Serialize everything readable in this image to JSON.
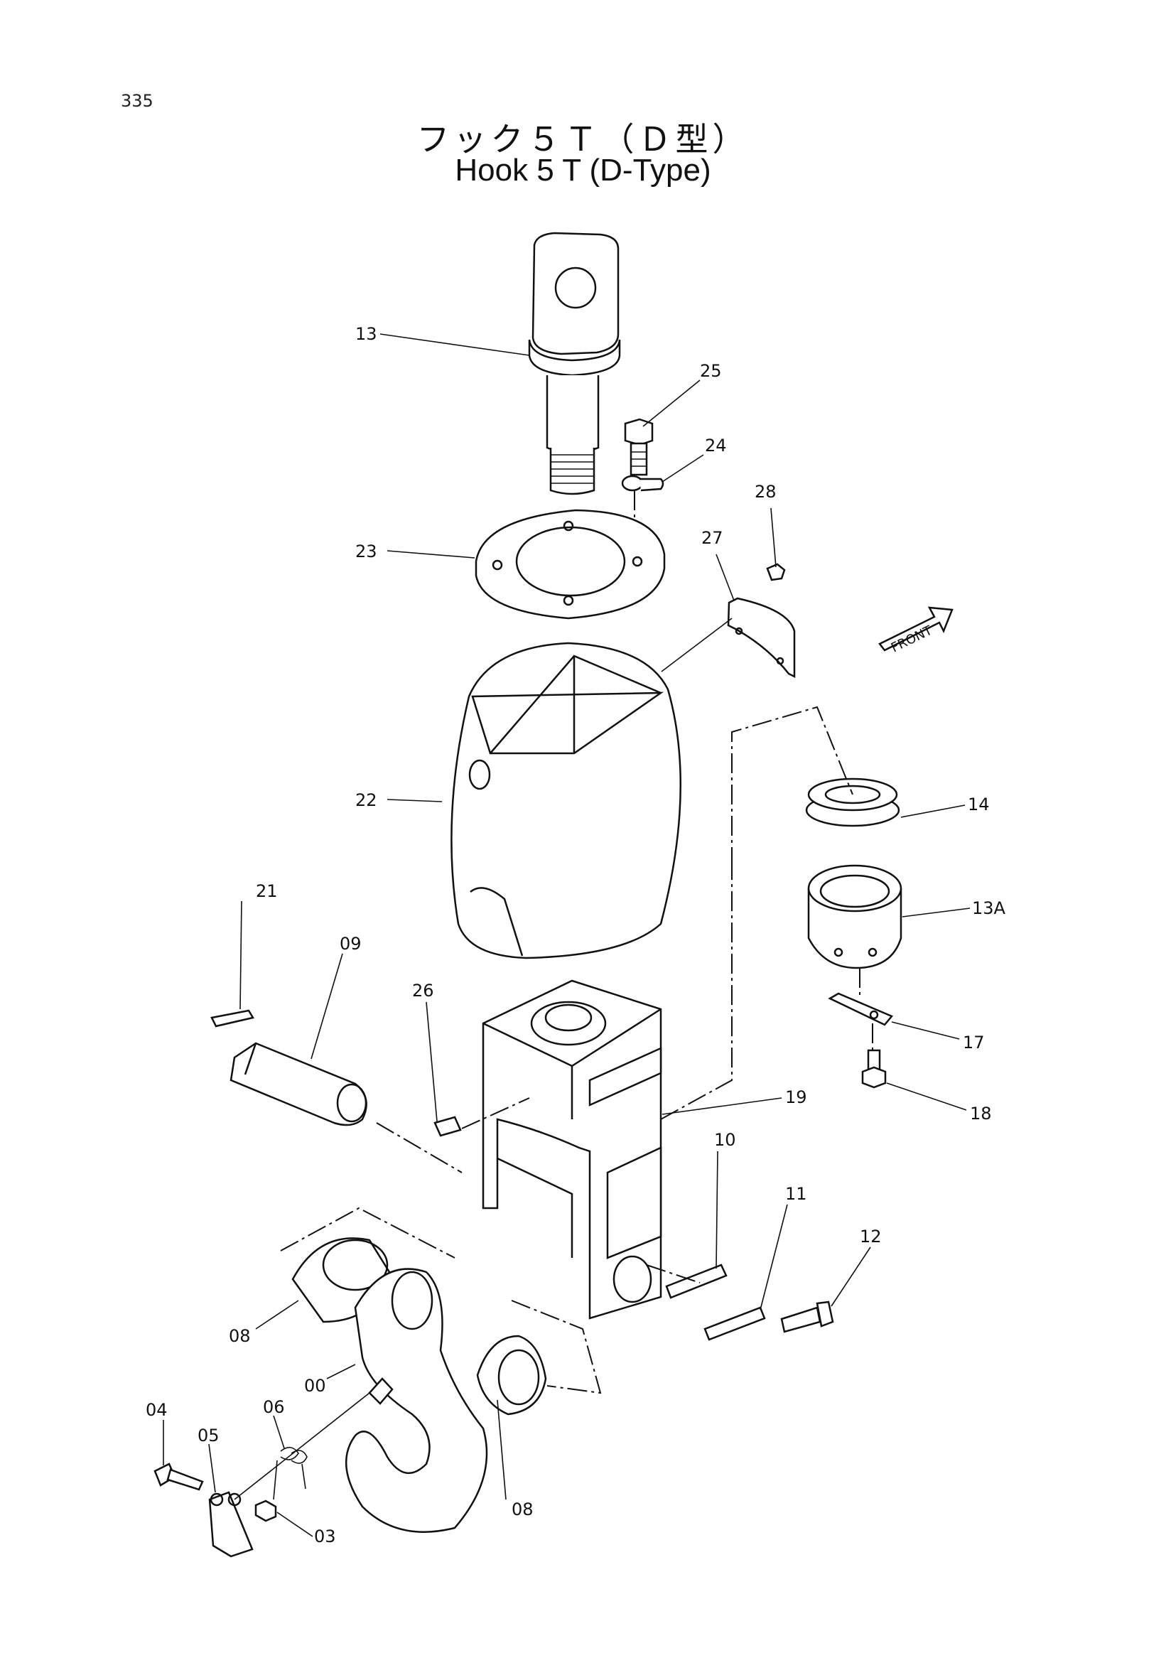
{
  "page_number": "335",
  "title_jp": "フック５Ｔ（Ｄ型）",
  "title_en": "Hook 5 T (D-Type)",
  "front_label": "FRONT",
  "part_labels": {
    "p13": "13",
    "p25": "25",
    "p24": "24",
    "p28": "28",
    "p27": "27",
    "p23": "23",
    "p22": "22",
    "p14": "14",
    "p13a": "13A",
    "p21": "21",
    "p09": "09",
    "p26": "26",
    "p17": "17",
    "p18": "18",
    "p19": "19",
    "p10": "10",
    "p11": "11",
    "p12": "12",
    "p08a": "08",
    "p00": "00",
    "p04": "04",
    "p06": "06",
    "p05": "05",
    "p08b": "08",
    "p03": "03"
  }
}
